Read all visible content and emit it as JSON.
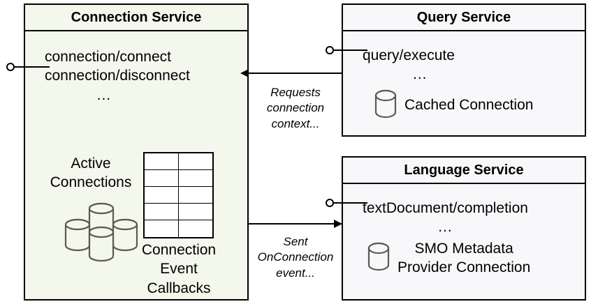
{
  "diagram": {
    "type": "component-architecture-diagram",
    "colors": {
      "connection_service_fill": "#F4F7EC",
      "service_fill": "#F8F8FB",
      "stroke": "#000000",
      "icon_stroke": "#5A5A52"
    }
  },
  "connection_service": {
    "title": "Connection Service",
    "endpoints": [
      "connection/connect",
      "connection/disconnect"
    ],
    "endpoints_ellipsis": "...",
    "active_connections_label": "Active\nConnections",
    "active_connections_label_lines": [
      "Active",
      "Connections"
    ],
    "callbacks_label_lines": [
      "Connection",
      "Event",
      "Callbacks"
    ],
    "db_stack_icon": "database-stack-icon",
    "grid_icon": "table-grid-icon",
    "grid_rows": 5,
    "grid_cols": 2,
    "interface_icon": "provided-interface-lollipop-icon"
  },
  "query_service": {
    "title": "Query Service",
    "endpoints": [
      "query/execute"
    ],
    "endpoints_ellipsis": "...",
    "resource_label": "Cached Connection",
    "resource_icon": "database-cylinder-icon",
    "interface_icon": "provided-interface-lollipop-icon"
  },
  "language_service": {
    "title": "Language Service",
    "endpoints": [
      "textDocument/completion"
    ],
    "endpoints_ellipsis": "...",
    "resource_label_lines": [
      "SMO Metadata",
      "Provider Connection"
    ],
    "resource_icon": "database-cylinder-icon",
    "interface_icon": "provided-interface-lollipop-icon"
  },
  "connectors": [
    {
      "id": "requests-connection-context",
      "from": "query_service",
      "to": "connection_service",
      "direction": "left",
      "label_lines": [
        "Requests",
        "connection",
        "context..."
      ]
    },
    {
      "id": "sent-onconnection-event",
      "from": "connection_service",
      "to": "language_service",
      "direction": "right",
      "label_lines": [
        "Sent",
        "OnConnection",
        "event..."
      ]
    }
  ]
}
